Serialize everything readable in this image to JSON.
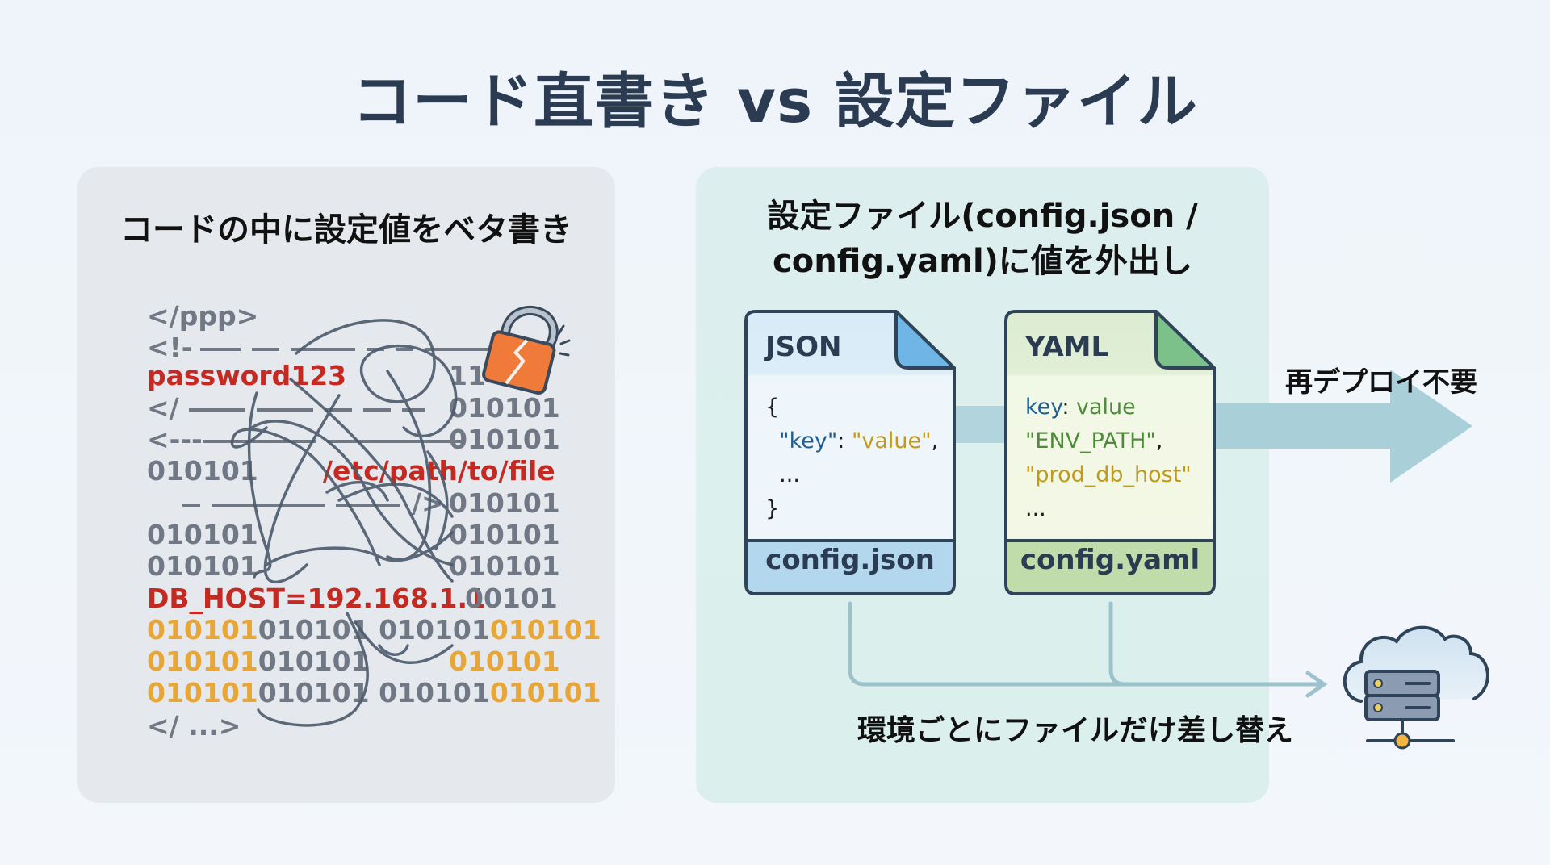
{
  "title": "コード直書き vs 設定ファイル",
  "left_panel": {
    "heading": "コードの中に設定値をベタ書き",
    "code_lines": {
      "l1": "</ppp>",
      "l2_prefix": "<!-",
      "l3_secret": "password123",
      "l3_right": "11",
      "l4_prefix": "</",
      "l4_right": "010101",
      "l5_prefix": "<---",
      "l5_right": "010101",
      "l6_left": "010101",
      "l6_path": "/etc/path/to/file",
      "l7_tag": "/>",
      "l7_right": "010101",
      "l8_left": "010101",
      "l8_right": "010101",
      "l9_left": "010101",
      "l9_right": "010101",
      "l10_host": "DB_HOST=192.168.1.1",
      "l10_right": "00101",
      "b1": [
        "010101",
        "010101",
        "010101",
        "010101"
      ],
      "b2": [
        "010101",
        "010101",
        "010101"
      ],
      "b3": [
        "010101",
        "010101",
        "010101",
        "010101"
      ],
      "last": "</ ...>"
    },
    "icon": "broken-padlock-icon"
  },
  "right_panel": {
    "heading_line1": "設定ファイル(config.json /",
    "heading_line2": "config.yaml)に値を外出し",
    "json_file": {
      "title": "JSON",
      "open_brace": "{",
      "key": "\"key\"",
      "colon": ": ",
      "value": "\"value\"",
      "comma": ",",
      "ellipsis": "...",
      "close_brace": "}",
      "filename": "config.json",
      "accent": "#6fb5e6"
    },
    "yaml_file": {
      "title": "YAML",
      "key": "key",
      "colon": ": ",
      "value": "value",
      "line2": "\"ENV_PATH\"",
      "line2_comma": ",",
      "line3": "\"prod_db_host\"",
      "ellipsis": "...",
      "filename": "config.yaml",
      "accent": "#7cc08a"
    },
    "arrow_label": "再デプロイ不要",
    "swap_label": "環境ごとにファイルだけ差し替え",
    "server_icon": "cloud-server-icon"
  },
  "colors": {
    "title": "#2b3c52",
    "secret_red": "#c42a22",
    "binary_orange": "#e8a637",
    "code_grey": "#6f7884",
    "arrow": "#a9cfd9"
  }
}
